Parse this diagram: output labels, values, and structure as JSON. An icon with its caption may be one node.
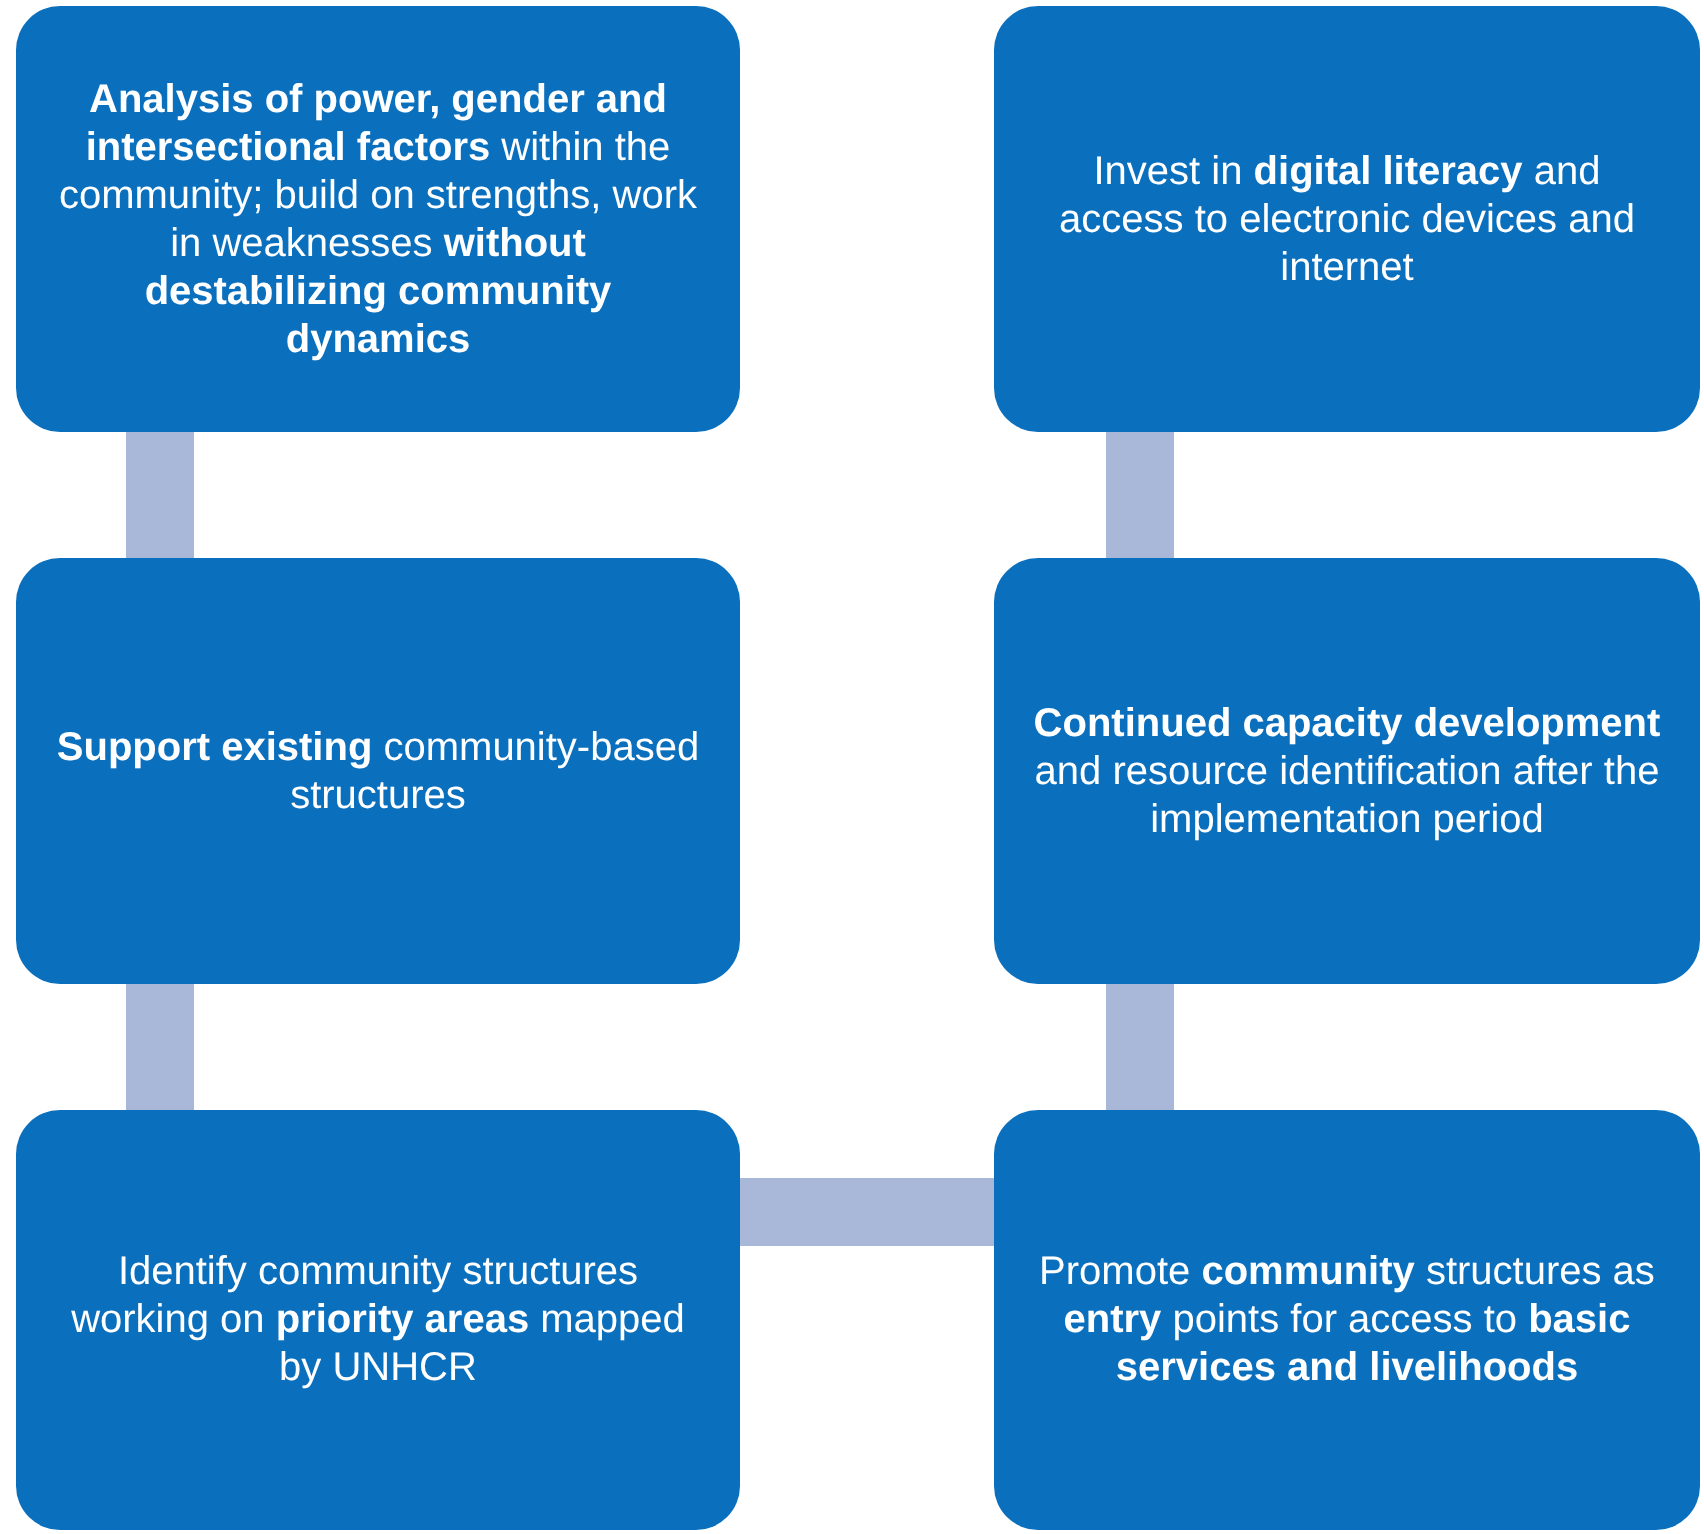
{
  "diagram": {
    "nodes": [
      {
        "text": [
          "**Analysis of power, gender and intersectional factors** within the community; build on strengths, work in weaknesses **without destabilizing community dynamics**"
        ]
      },
      {
        "text": [
          "Invest in **digital literacy** and access to electronic devices and internet"
        ]
      },
      {
        "text": [
          "**Support existing** community-based structures"
        ]
      },
      {
        "text": [
          "**Continued capacity development** and resource identification after the implementation period"
        ]
      },
      {
        "text": [
          "Identify community structures working on **priority areas** mapped by UNHCR"
        ]
      },
      {
        "text": [
          "Promote **community** structures as **entry** points for access to **basic services and livelihoods**"
        ]
      }
    ],
    "edges": [
      {
        "from": 0,
        "to": 2,
        "arrow": "none"
      },
      {
        "from": 2,
        "to": 4,
        "arrow": "none"
      },
      {
        "from": 4,
        "to": 5,
        "arrow": "none"
      },
      {
        "from": 5,
        "to": 3,
        "arrow": "none"
      },
      {
        "from": 3,
        "to": 1,
        "arrow": "none"
      }
    ]
  }
}
